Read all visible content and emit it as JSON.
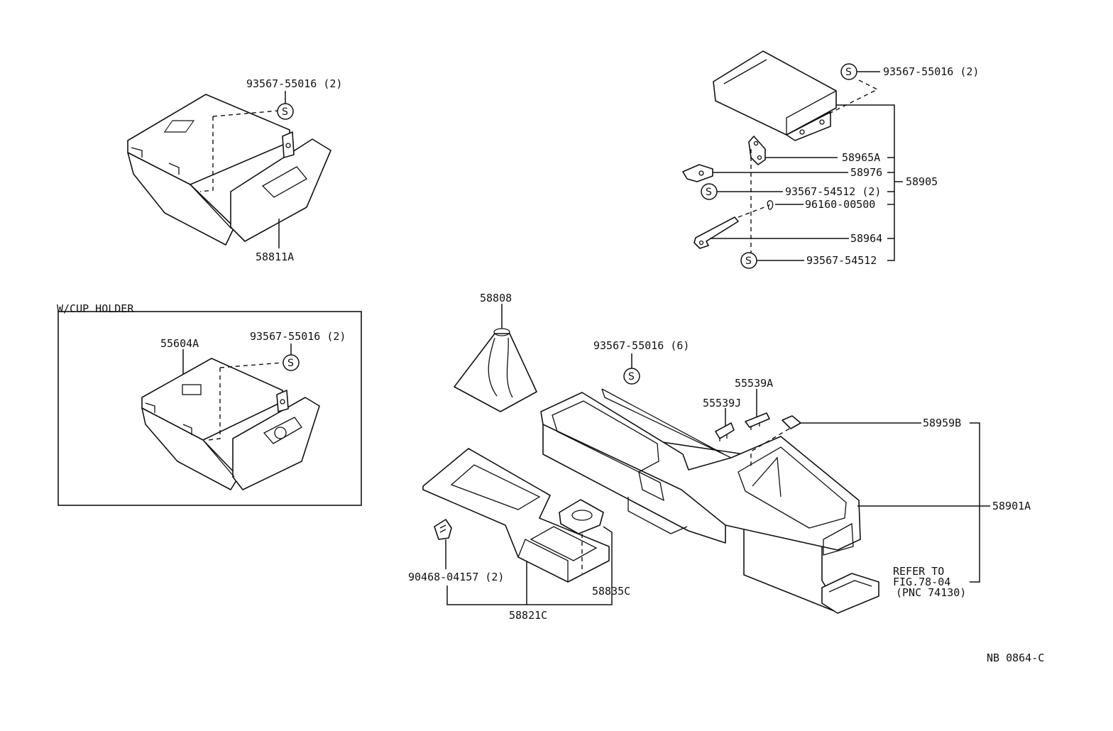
{
  "frame_label": "W/CUP HOLDER",
  "screw_symbol": "S",
  "diagram_code": "NB 0864-C",
  "refer_note": [
    "REFER TO",
    "FIG.78-04",
    "(PNC 74130)"
  ],
  "labels": {
    "l_93567_55016_2_a": "93567-55016 (2)",
    "l_58811a": "58811A",
    "l_93567_55016_2_b": "93567-55016 (2)",
    "l_55604a": "55604A",
    "l_93567_55016_2_c": "93567-55016 (2)",
    "l_58965a": "58965A",
    "l_58976": "58976",
    "l_93567_54512_2": "93567-54512 (2)",
    "l_58905": "58905",
    "l_96160_00500": "96160-00500",
    "l_58964": "58964",
    "l_93567_54512": "93567-54512",
    "l_58808": "58808",
    "l_93567_55016_6": "93567-55016 (6)",
    "l_55539a": "55539A",
    "l_55539j": "55539J",
    "l_58959b": "58959B",
    "l_58901a": "58901A",
    "l_90468_04157": "90468-04157 (2)",
    "l_58835c": "58835C",
    "l_58821c": "58821C"
  }
}
